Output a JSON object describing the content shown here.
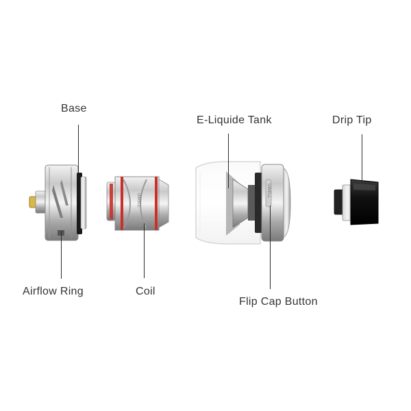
{
  "labels": {
    "base": "Base",
    "airflow_ring": "Airflow Ring",
    "coil": "Coil",
    "e_liquide_tank": "E-Liquide Tank",
    "flip_cap_button": "Flip Cap Button",
    "drip_tip": "Drip Tip"
  },
  "colors": {
    "steel_light": "#e6e6e6",
    "steel_mid": "#b8b8b8",
    "steel_dark": "#6f6f6f",
    "oring_red": "#c8302c",
    "black": "#141414",
    "glass_edge": "#dcdcdc",
    "text": "#333333"
  }
}
